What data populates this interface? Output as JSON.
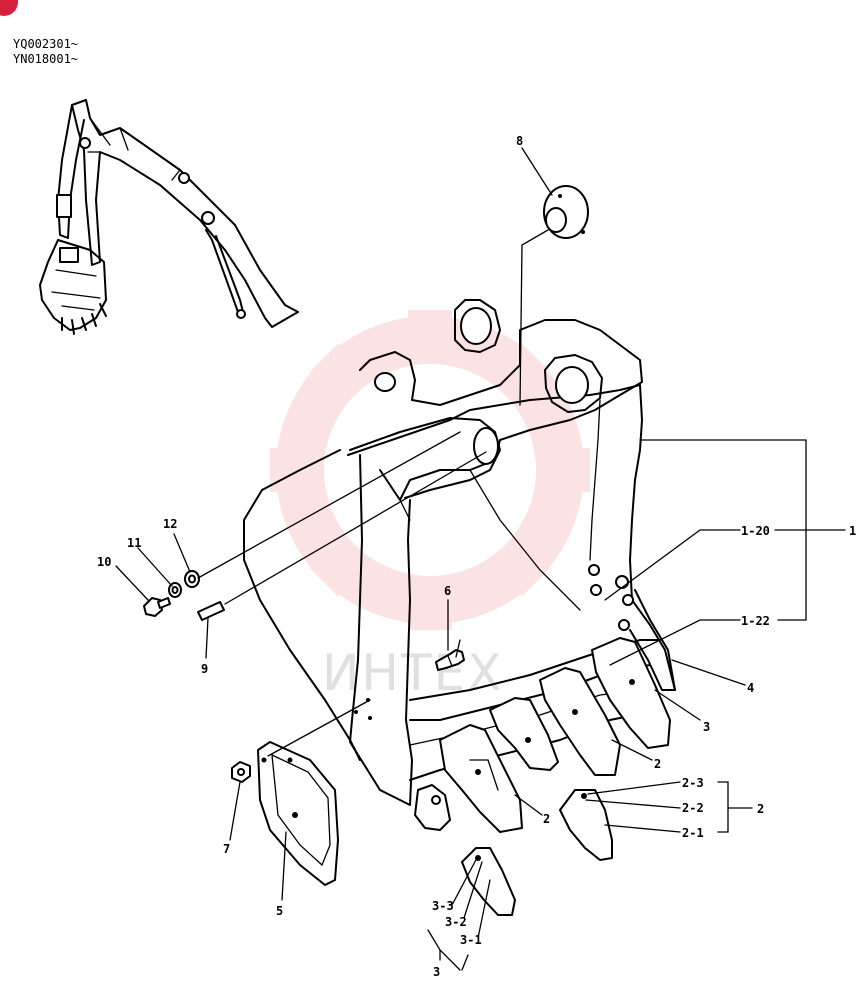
{
  "serial_numbers": [
    "YQ002301~",
    "YN018001~"
  ],
  "watermark": "ИНТЕХ",
  "colors": {
    "ink": "#000000",
    "watermark_red": "#f4b2b2",
    "corner_mark": "#d81f3c"
  },
  "parts": {
    "p1": "1",
    "p1_20": "1-20",
    "p1_22": "1-22",
    "p2a": "2",
    "p2b": "2",
    "p2c": "2",
    "p2_1": "2-1",
    "p2_2": "2-2",
    "p2_3": "2-3",
    "p3": "3",
    "p3b": "3",
    "p3_1": "3-1",
    "p3_2": "3-2",
    "p3_3": "3-3",
    "p4": "4",
    "p5": "5",
    "p6": "6",
    "p7": "7",
    "p8": "8",
    "p9": "9",
    "p10": "10",
    "p11": "11",
    "p12": "12"
  }
}
